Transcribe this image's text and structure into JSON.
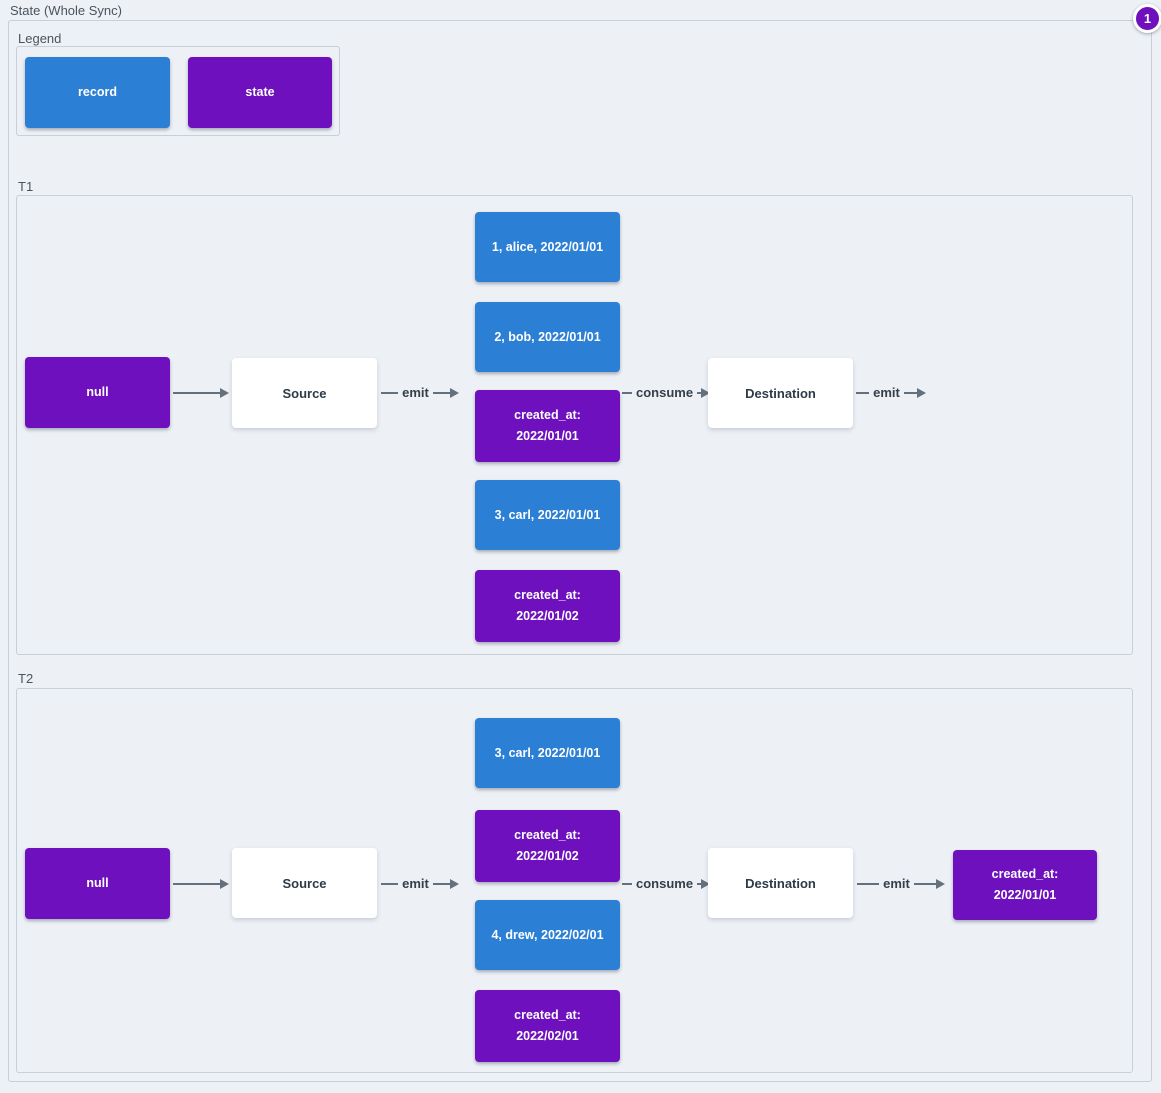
{
  "panel": {
    "title": "State (Whole Sync)",
    "badge": "1"
  },
  "colors": {
    "record_blue": "#2b7fd4",
    "state_purple": "#6e10bd",
    "arrow_gray": "#64707d",
    "background": "#edf0f5",
    "frame_border": "#c7cfd7"
  },
  "legend": {
    "title": "Legend",
    "record_label": "record",
    "state_label": "state"
  },
  "t1": {
    "label": "T1",
    "initial_state": "null",
    "source": "Source",
    "emit_label": "emit",
    "stream": [
      {
        "type": "record",
        "label": "1, alice, 2022/01/01"
      },
      {
        "type": "record",
        "label": "2, bob, 2022/01/01"
      },
      {
        "type": "state",
        "label": "created_at:\n2022/01/01"
      },
      {
        "type": "record",
        "label": "3, carl, 2022/01/01"
      },
      {
        "type": "state",
        "label": "created_at:\n2022/01/02"
      }
    ],
    "consume_label": "consume",
    "destination": "Destination",
    "emit_out_label": "emit"
  },
  "t2": {
    "label": "T2",
    "initial_state": "null",
    "source": "Source",
    "emit_label": "emit",
    "stream": [
      {
        "type": "record",
        "label": "3, carl, 2022/01/01"
      },
      {
        "type": "state",
        "label": "created_at:\n2022/01/02"
      },
      {
        "type": "record",
        "label": "4, drew, 2022/02/01"
      },
      {
        "type": "state",
        "label": "created_at:\n2022/02/01"
      }
    ],
    "consume_label": "consume",
    "destination": "Destination",
    "emit_out_label": "emit",
    "emitted_state": "created_at:\n2022/01/01"
  }
}
